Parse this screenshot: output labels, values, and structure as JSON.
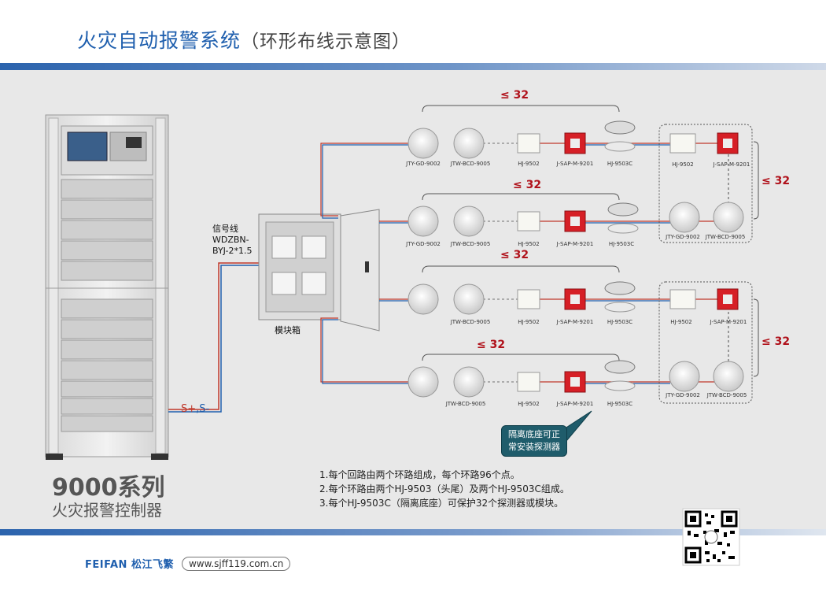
{
  "header": {
    "title": "火灾自动报警系统",
    "subtitle": "（环形布线示意图）"
  },
  "controller": {
    "series": "9000系列",
    "name": "火灾报警控制器"
  },
  "signal_line": {
    "line1": "信号线",
    "line2": "WDZBN-",
    "line3": "BYJ-2*1.5"
  },
  "module_box": "模块箱",
  "bus": {
    "s_plus": "S+",
    "s_minus": "S-"
  },
  "limits": {
    "loop1": "≤ 32",
    "loop2": "≤ 32",
    "loop3": "≤ 32",
    "loop4": "≤ 32",
    "right1": "≤ 32",
    "right2": "≤ 32"
  },
  "devices": {
    "jty": "JTY-GD-9002",
    "jtw": "JTW-BCD-9005",
    "hj9502": "HJ-9502",
    "jsap": "J-SAP-M-9201",
    "hj9503c": "HJ-9503C"
  },
  "callout": {
    "line1": "隔离底座可正",
    "line2": "常安装探测器"
  },
  "notes": [
    "1.每个回路由两个环路组成，每个环路96个点。",
    "2.每个环路由两个HJ-9503（头尾）及两个HJ-9503C组成。",
    "3.每个HJ-9503C（隔离底座）可保护32个探测器或模块。"
  ],
  "footer": {
    "brand_en": "FEIFAN",
    "brand_cn": "松江飞繁",
    "url": "www.sjff119.com.cn"
  },
  "colors": {
    "blue": "#1f5fae",
    "red": "#c0392b",
    "callout": "#1f5c6b"
  }
}
